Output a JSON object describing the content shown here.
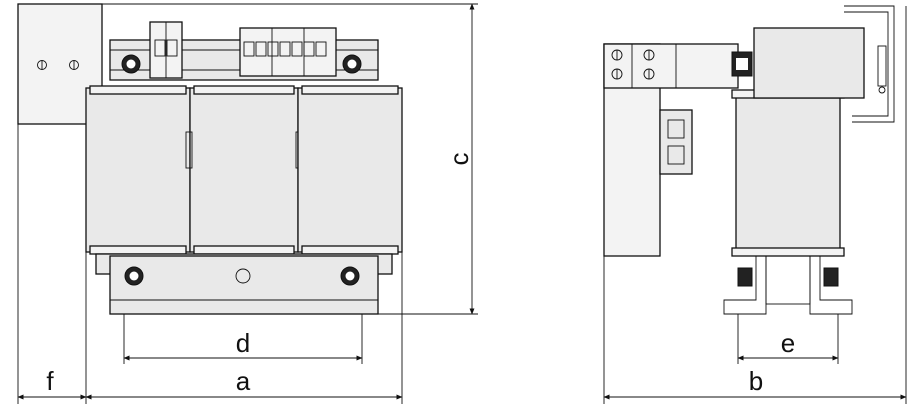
{
  "dimensions": {
    "a": "a",
    "b": "b",
    "c": "c",
    "d": "d",
    "e": "e",
    "f": "f"
  }
}
